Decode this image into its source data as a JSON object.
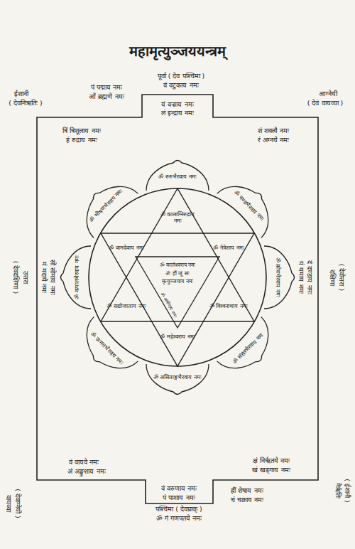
{
  "diagram": {
    "title": "महामृत्युञ्जययन्त्रम्",
    "nodes": [
      {
        "text": [
          "त्रिं त्रिशूलाय नमः",
          "हं रुद्राय नमः",
          "यं वज्राय नमः",
          "लं इन्द्राय नमः",
          "शं शक्त्यै नमः",
          "रं अग्नये नमः",
          "मं मदायै नमः",
          "सों सोमाय नमः",
          "यं यमाय नमः",
          "दं दण्डाय नमः",
          "वं वायवे नमः",
          "अं अङ्कुशाय नमः",
          "क्षं निर्ऋतये नमः",
          "खं खड्गाय नमः",
          "वं वरुणाय नमः",
          "पं पाशाय नमः"
        ]
      },
      {
        "text": [
          "ॐ रुरुभैरवाय नमः"
        ],
        "in": 0
      },
      {
        "text": [
          "ॐ चण्डभैरवाय नमः"
        ],
        "in": 0
      },
      {
        "text": [
          "ॐ क्रोधभैरवाय नमः"
        ],
        "in": 0
      },
      {
        "text": [
          "ॐ संहारभैरवाय नमः"
        ],
        "in": 0
      },
      {
        "text": [
          "ॐ असिताङ्गभैरवाय नमः"
        ],
        "in": 0
      },
      {
        "text": [
          "ॐ उन्मत्तभैरवाय नमः"
        ],
        "in": 0
      },
      {
        "text": [
          "ॐ कपालभैरवाय नमः"
        ],
        "in": 0
      },
      {
        "text": [
          "ॐ भीषणभैरवाय नमः"
        ],
        "in": 0
      },
      {
        "text": [
          "ॐ कालाग्निरुद्राय नमः"
        ],
        "in": 0
      },
      {
        "text": [
          "ॐ वामदेवाय नमः"
        ],
        "in": 0
      },
      {
        "text": [
          "ॐ नेत्रेशाय नमः"
        ],
        "in": 0
      },
      {
        "text": [
          "ॐ सद्योजाताय नमः"
        ],
        "in": 0
      },
      {
        "text": [
          "ॐ विश्वनाथाय नमः"
        ],
        "in": 0
      },
      {
        "text": [
          "ॐ महेश्वराय नमः"
        ],
        "in": 0
      },
      {
        "text": [
          "ॐ कालेश्वराय नमः",
          "ॐ हौं जूं सः",
          "मृत्युञ्जयाय नमः",
          "ॐ अघोराय नमः"
        ],
        "in": 0
      }
    ],
    "labels": [
      "ईशानी",
      "( देवनिऋतिः )",
      "पं पद्माय नमः",
      "ओं ब्रह्मणे नमः",
      "पूर्वा ( देव पश्चिमा )",
      "वं वटुकाय नमः",
      "आग्नेयी",
      "( देवं वायव्या )",
      "उत्तरा",
      "( देवदक्षिणा )",
      "दक्षिणा",
      "( देवोत्तरा )",
      "पश्चिमा ( देवप्राक् )",
      "ॐ गं गणपतये नमः",
      "ह्रीं शेषाय नमः",
      "चं चक्राय नमः",
      "वायव्या",
      "( देवाग्नेयी )",
      "नैर्ऋतिः",
      "( ईशानी )"
    ]
  }
}
